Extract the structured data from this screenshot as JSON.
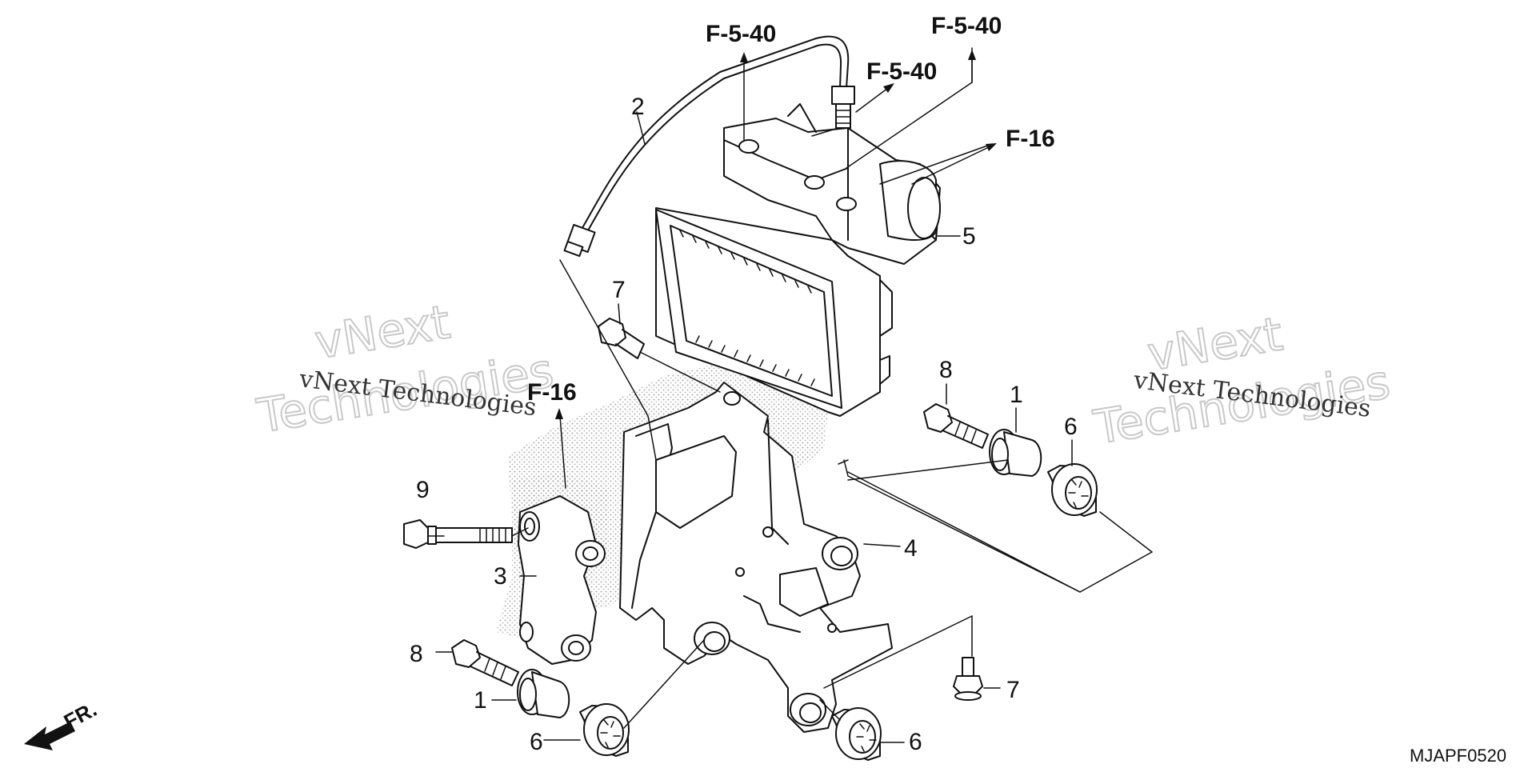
{
  "diagram": {
    "callouts": [
      "1",
      "2",
      "3",
      "4",
      "5",
      "6",
      "7",
      "8",
      "9"
    ],
    "references": {
      "f540": "F-5-40",
      "f16": "F-16"
    },
    "watermark": {
      "line1": "vNext",
      "line2": "Technologies",
      "small": "vNext Technologies"
    },
    "direction_label": "FR.",
    "diagram_code": "MJAPF0520"
  }
}
